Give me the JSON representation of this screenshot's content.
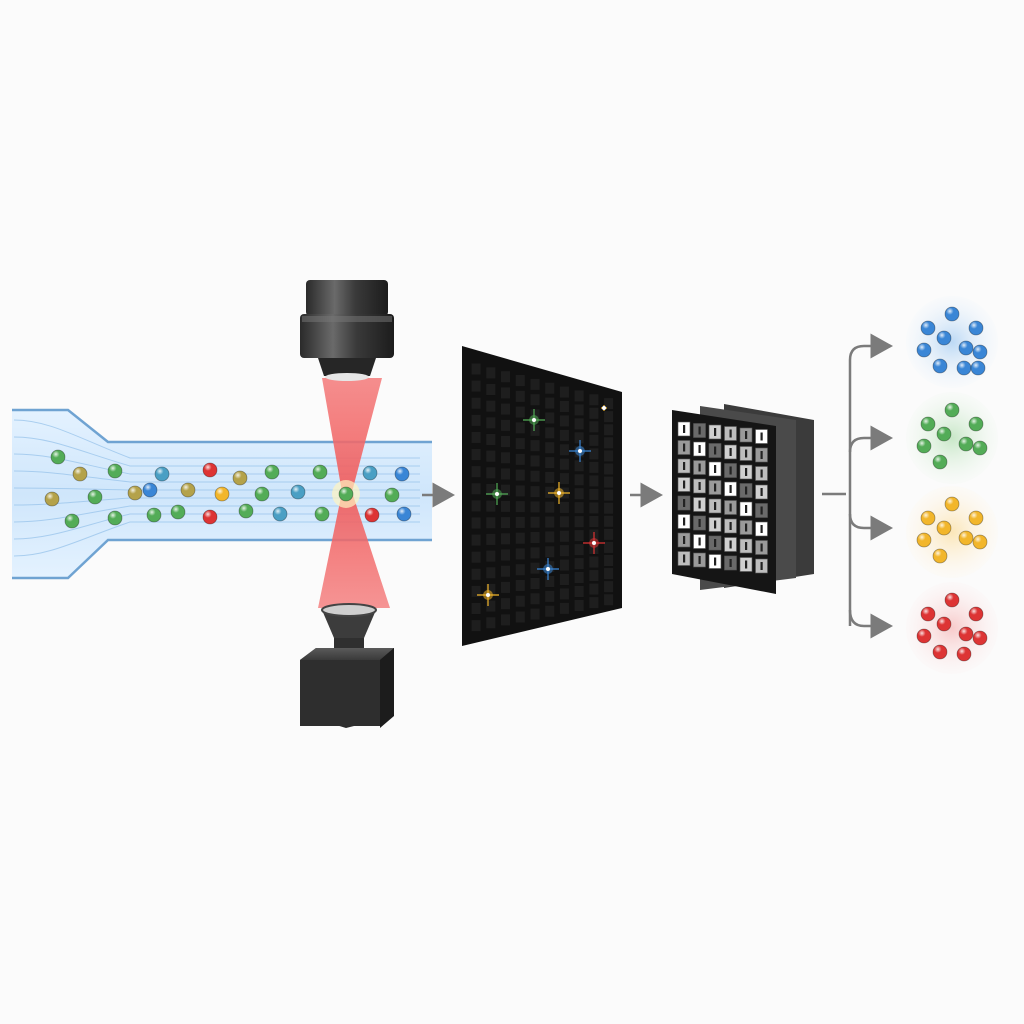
{
  "diagram": {
    "labels": [],
    "colors": {
      "background": "#fbfbfb",
      "channel_fill": "#dcefff",
      "channel_edge": "#6fa3d2",
      "laser": "#f06a6a",
      "detector_body": "#2b2b2b",
      "sensor_panel": "#111111",
      "arrow": "#7b7b7b",
      "blue": "#3a86d6",
      "green": "#53ac57",
      "yellow": "#f2b62b",
      "red": "#dd3434",
      "olive": "#b4a24a",
      "teal": "#4a9fc4"
    },
    "particle_colors": [
      "green",
      "olive",
      "green",
      "teal",
      "red",
      "olive",
      "green",
      "green",
      "teal",
      "blue",
      "olive",
      "green",
      "olive",
      "olive",
      "yellow",
      "green",
      "teal",
      "green",
      "green",
      "blue",
      "green",
      "green",
      "green",
      "red",
      "green",
      "teal",
      "green",
      "red",
      "blue",
      "green"
    ],
    "sparkle_colors": [
      "green",
      "blue",
      "green",
      "yellow",
      "red",
      "blue",
      "yellow",
      "yellow"
    ],
    "populations": [
      {
        "name": "blue",
        "count": 10
      },
      {
        "name": "green",
        "count": 8
      },
      {
        "name": "yellow",
        "count": 8
      },
      {
        "name": "red",
        "count": 9
      }
    ],
    "icons": [
      "flow-channel-icon",
      "microscope-objective-icon",
      "laser-beam-icon",
      "detector-icon",
      "sensor-image-icon",
      "feature-stack-icon",
      "branch-arrows-icon",
      "population-cluster-icon"
    ]
  }
}
